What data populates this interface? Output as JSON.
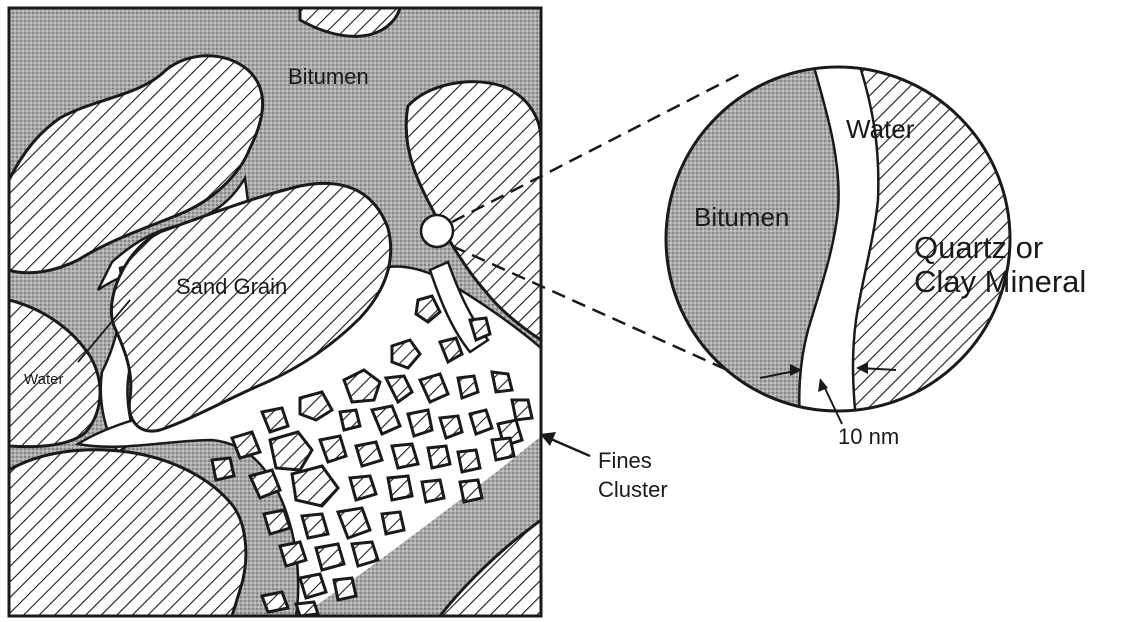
{
  "diagram": {
    "left_panel": {
      "labels": {
        "bitumen": "Bitumen",
        "sand_grain": "Sand Grain",
        "water": "Water",
        "fines_cluster_line1": "Fines",
        "fines_cluster_line2": "Cluster"
      }
    },
    "magnified_view": {
      "labels": {
        "water": "Water",
        "bitumen": "Bitumen",
        "mineral_line1": "Quartz or",
        "mineral_line2": "Clay Mineral",
        "thickness": "10 nm"
      }
    },
    "colors": {
      "ink": "#1a1a1a",
      "bitumen_fill": "#9a9a9a",
      "water_fill": "#ffffff"
    }
  }
}
